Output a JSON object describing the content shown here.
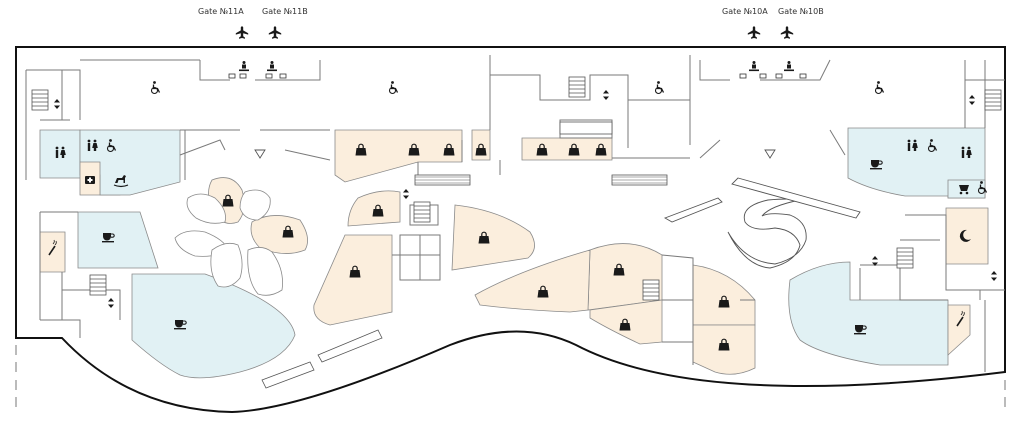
{
  "gates": [
    {
      "label": "Gate №11A"
    },
    {
      "label": "Gate №11B"
    },
    {
      "label": "Gate №10A"
    },
    {
      "label": "Gate №10B"
    }
  ],
  "colors": {
    "shop": "#fbeedd",
    "cafe_lounge": "#e1f1f4",
    "outline": "#111111",
    "wall": "#7a7a7a",
    "icon": "#1a1a1a"
  },
  "legend_icons": [
    "plane-icon",
    "boarding-icon",
    "wheelchair-icon",
    "shopping-bag-icon",
    "coffee-cup-icon",
    "toilet-icon",
    "accessible-toilet-icon",
    "first-aid-icon",
    "kids-play-icon",
    "baby-room-icon",
    "prayer-room-icon",
    "smoking-icon",
    "elevator-icon",
    "stairs-icon",
    "escalator-icon"
  ]
}
